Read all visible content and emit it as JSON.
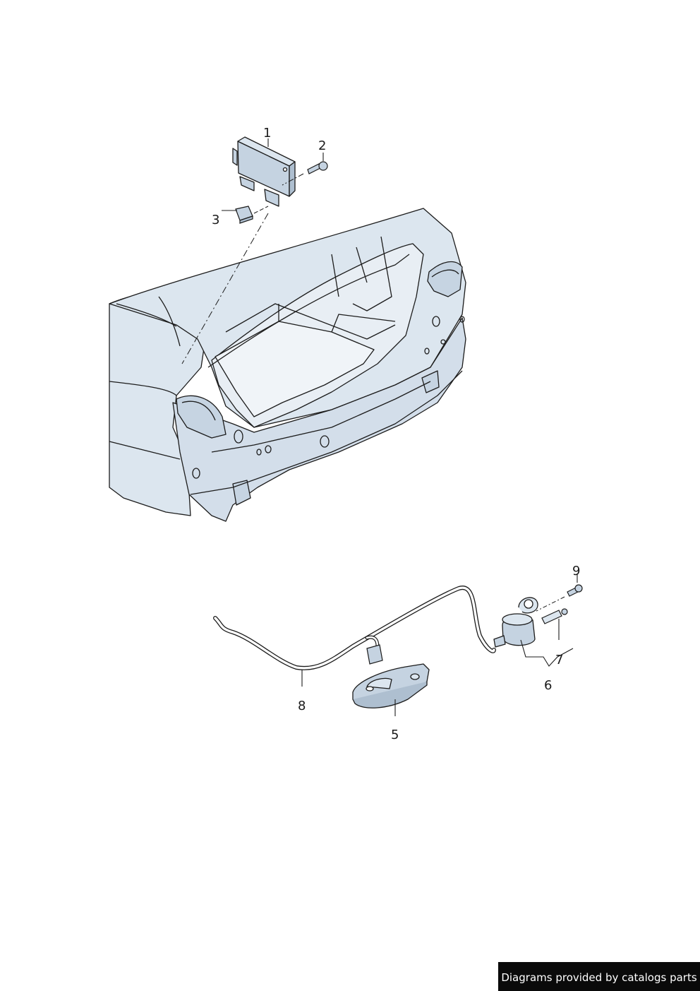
{
  "colors": {
    "body_fill": "#dce6ef",
    "body_shade": "#c6d4e2",
    "floor_fill": "#e8eef4",
    "part_fill": "#c5d3e1",
    "line": "#1c1c1c",
    "badge_bg": "#0a0a0a",
    "badge_text": "#ffffff"
  },
  "callouts": [
    {
      "id": "1",
      "label": "1",
      "part": "control-unit"
    },
    {
      "id": "2",
      "label": "2",
      "part": "screw"
    },
    {
      "id": "3",
      "label": "3",
      "part": "connector"
    },
    {
      "id": "5",
      "label": "5",
      "part": "handle-grip"
    },
    {
      "id": "6",
      "label": "6",
      "part": "lock-cylinder-assembly"
    },
    {
      "id": "7",
      "label": "7",
      "part": "pin"
    },
    {
      "id": "8",
      "label": "8",
      "part": "wiring-harness"
    },
    {
      "id": "9",
      "label": "9",
      "part": "bolt"
    }
  ],
  "footer": {
    "credit": "Diagrams provided by catalogs parts"
  }
}
